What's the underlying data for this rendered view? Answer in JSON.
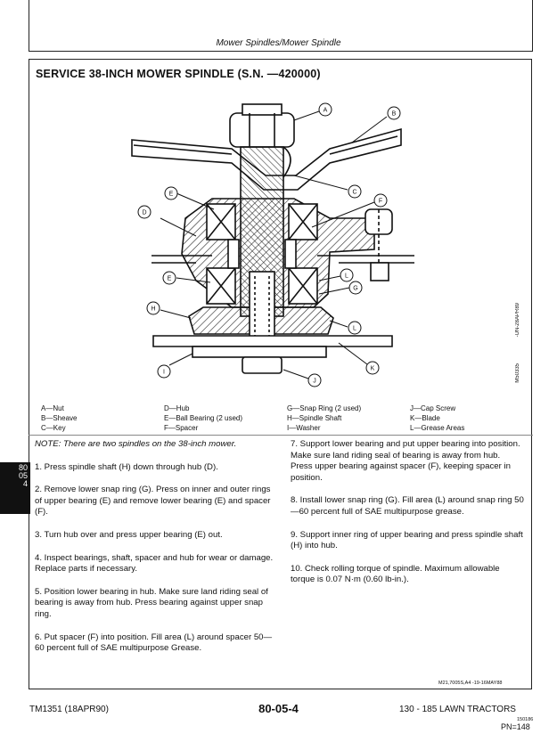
{
  "header": {
    "title": "Mower Spindles/Mower Spindle"
  },
  "section": {
    "title": "SERVICE 38-INCH MOWER SPINDLE (S.N.      —420000)"
  },
  "figure": {
    "callouts": [
      "A",
      "B",
      "C",
      "D",
      "E",
      "F",
      "E",
      "G",
      "H",
      "L",
      "L",
      "I",
      "J",
      "K"
    ],
    "side_code_1": "-UN-28APR89",
    "side_code_2": "M50335"
  },
  "legend": {
    "col1": [
      "A—Nut",
      "B—Sheave",
      "C—Key"
    ],
    "col2": [
      "D—Hub",
      "E—Ball Bearing (2 used)",
      "F—Spacer"
    ],
    "col3": [
      "G—Snap Ring (2 used)",
      "H—Spindle Shaft",
      "I—Washer"
    ],
    "col4": [
      "J—Cap Screw",
      "K—Blade",
      "L—Grease Areas"
    ]
  },
  "note": "NOTE: There are two spindles on the 38-inch mower.",
  "steps_left": [
    "1. Press spindle shaft (H) down through hub (D).",
    "2. Remove lower snap ring (G). Press on inner and outer rings of upper bearing (E) and remove lower bearing (E) and spacer (F).",
    "3. Turn hub over and press upper bearing (E) out.",
    "4. Inspect bearings, shaft, spacer and hub for wear or damage. Replace parts if necessary.",
    "5. Position lower bearing in hub. Make sure land riding seal of bearing is away from hub. Press bearing against upper snap ring.",
    "6. Put spacer (F) into position. Fill area (L) around spacer 50—60 percent full of SAE multipurpose Grease."
  ],
  "steps_right": [
    "7. Support lower bearing and put upper bearing into position. Make sure land riding seal of bearing is away from hub. Press upper bearing against spacer (F), keeping spacer in position.",
    "8. Install lower snap ring (G). Fill area (L) around snap ring 50—60 percent full of SAE multipurpose grease.",
    "9. Support inner ring of upper bearing and press spindle shaft (H) into hub.",
    "10. Check rolling torque of spindle. Maximum allowable torque is 0.07 N·m (0.60 lb-in.)."
  ],
  "tab": [
    "80",
    "05",
    "4"
  ],
  "box_code": "M21,7005S,A4   -19-16MAY88",
  "footer": {
    "left": "TM1351 (18APR90)",
    "center": "80-05-4",
    "right": "130 - 185 LAWN TRACTORS",
    "code": "150186",
    "pn": "PN=148"
  }
}
